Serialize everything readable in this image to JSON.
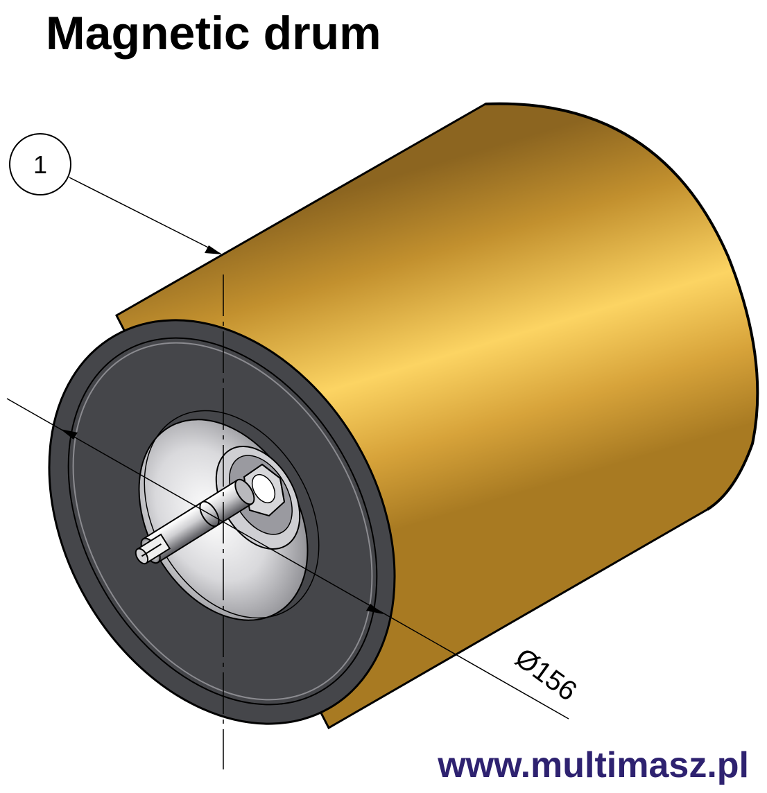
{
  "title": "Magnetic drum",
  "balloon": {
    "label": "1"
  },
  "dimension": {
    "label": "Ø156"
  },
  "website": {
    "text": "www.multimasz.pl"
  },
  "colors": {
    "drum_shell": "#d9a53a",
    "drum_shell_highlight": "#fcd463",
    "end_cap": "#45464a",
    "shaft": "#e9e9e9",
    "website_text": "#2e2270",
    "title_text": "#000000"
  }
}
